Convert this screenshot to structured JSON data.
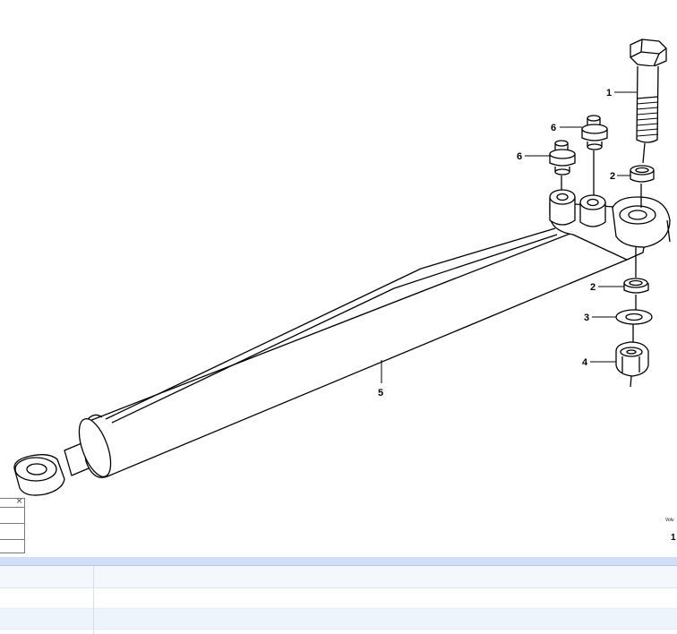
{
  "diagram": {
    "callouts": {
      "c1": "1",
      "c2a": "2",
      "c2b": "2",
      "c3": "3",
      "c4": "4",
      "c5": "5",
      "c6a": "6",
      "c6b": "6"
    },
    "brand_text": "Volv",
    "code_text": "1"
  },
  "mini_panel": {
    "close_glyph": "×"
  },
  "table": {
    "rows": [
      {
        "col1": "",
        "col2": ""
      },
      {
        "col1": "",
        "col2": ""
      }
    ]
  },
  "colors": {
    "line": "#000000",
    "panel_header": "#cfe0f6",
    "row_alt": "#eef4fc"
  }
}
